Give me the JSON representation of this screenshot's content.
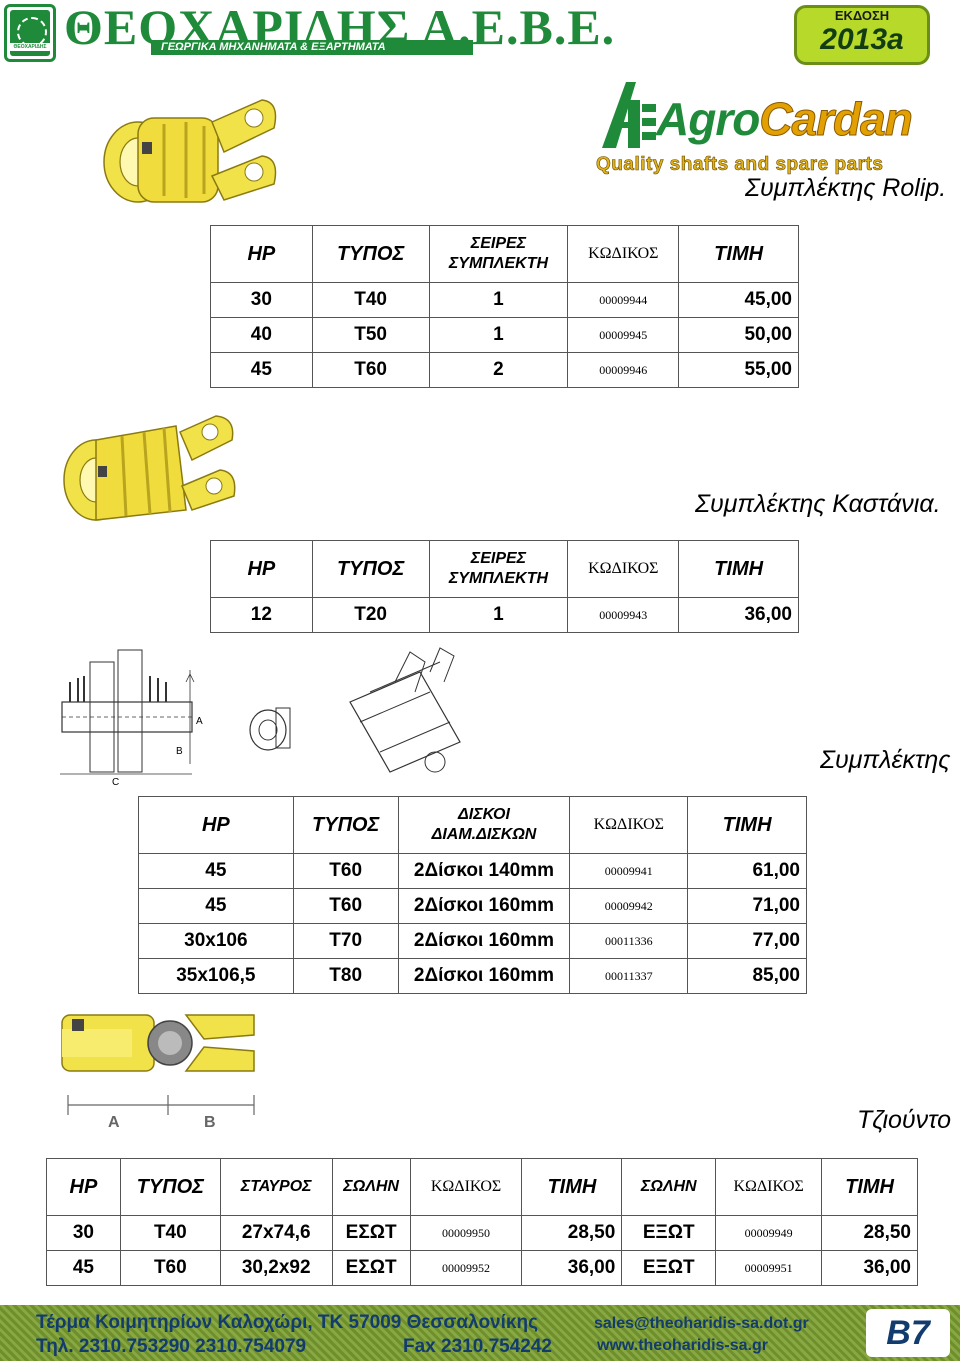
{
  "header": {
    "company_name": "ΘΕΟΧΑΡΙΔΗΣ Α.Ε.Β.Ε.",
    "company_subtitle": "ΓΕΩΡΓΙΚΑ ΜΗΧΑΝΗΜΑΤΑ & ΕΞΑΡΤΗΜΑΤΑ",
    "logo_text": "ΘΕΟΧΑΡΙΔΗΣ",
    "edition_label": "ΕΚΔΟΣΗ",
    "edition_year": "2013a"
  },
  "brand": {
    "name_part1": "Agro",
    "name_part2": "Cardan",
    "tagline": "Quality shafts and spare parts"
  },
  "sections": [
    {
      "title": "Συμπλέκτης Rolip.",
      "headers": [
        "HP",
        "ΤΥΠΟΣ",
        "ΣΕΙΡΕΣ ΣΥΜΠΛΕΚΤΗ",
        "ΚΩΔΙΚΟΣ",
        "ΤΙΜΗ"
      ],
      "rows": [
        [
          "30",
          "T40",
          "1",
          "00009944",
          "45,00"
        ],
        [
          "40",
          "T50",
          "1",
          "00009945",
          "50,00"
        ],
        [
          "45",
          "T60",
          "2",
          "00009946",
          "55,00"
        ]
      ]
    },
    {
      "title": "Συμπλέκτης Καστάνια.",
      "headers": [
        "HP",
        "ΤΥΠΟΣ",
        "ΣΕΙΡΕΣ ΣΥΜΠΛΕΚΤΗ",
        "ΚΩΔΙΚΟΣ",
        "ΤΙΜΗ"
      ],
      "rows": [
        [
          "12",
          "T20",
          "1",
          "00009943",
          "36,00"
        ]
      ]
    },
    {
      "title": "Συμπλέκτης",
      "headers": [
        "HP",
        "ΤΥΠΟΣ",
        "ΔΙΣΚΟΙ ΔΙΑΜ.ΔΙΣΚΩΝ",
        "ΚΩΔΙΚΟΣ",
        "ΤΙΜΗ"
      ],
      "rows": [
        [
          "45",
          "T60",
          "2Δίσκοι 140mm",
          "00009941",
          "61,00"
        ],
        [
          "45",
          "T60",
          "2Δίσκοι 160mm",
          "00009942",
          "71,00"
        ],
        [
          "30x106",
          "T70",
          "2Δίσκοι 160mm",
          "00011336",
          "77,00"
        ],
        [
          "35x106,5",
          "T80",
          "2Δίσκοι 160mm",
          "00011337",
          "85,00"
        ]
      ],
      "diagram_labels": [
        "A",
        "B",
        "C"
      ]
    },
    {
      "title": "Τζιούντο",
      "headers": [
        "HP",
        "ΤΥΠΟΣ",
        "ΣΤΑΥΡΟΣ",
        "ΣΩΛΗΝ",
        "ΚΩΔΙΚΟΣ",
        "ΤΙΜΗ",
        "ΣΩΛΗΝ",
        "ΚΩΔΙΚΟΣ",
        "ΤΙΜΗ"
      ],
      "rows": [
        [
          "30",
          "T40",
          "27x74,6",
          "ΕΣΩΤ",
          "00009950",
          "28,50",
          "ΕΞΩΤ",
          "00009949",
          "28,50"
        ],
        [
          "45",
          "T60",
          "30,2x92",
          "ΕΣΩΤ",
          "00009952",
          "36,00",
          "ΕΞΩΤ",
          "00009951",
          "36,00"
        ]
      ],
      "diagram_labels": [
        "A",
        "B"
      ]
    }
  ],
  "footer": {
    "address": "Τέρμα Κοιμητηρίων Καλοχώρι, ΤΚ 57009 Θεσσαλονίκης",
    "phones": "Τηλ. 2310.753290  2310.754079",
    "fax": "Fax 2310.754242",
    "email": "sales@theoharidis-sa.dot.gr",
    "website": "www.theoharidis-sa.gr",
    "page": "B7"
  },
  "colors": {
    "brand_green": "#1f8a3a",
    "part_yellow": "#f2e24a",
    "footer_bg": "#7a9a38",
    "footer_text": "#133c6e"
  }
}
